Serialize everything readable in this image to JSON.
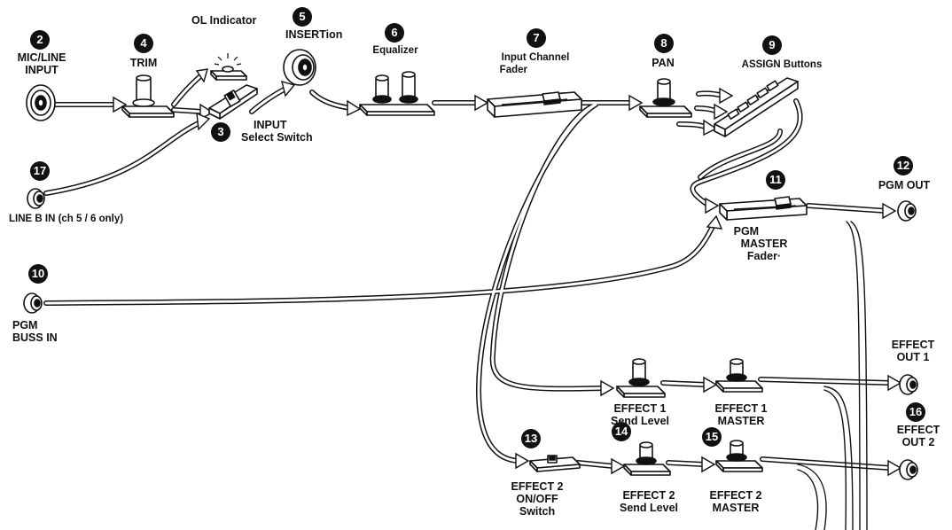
{
  "blocks": [
    {
      "id": "b2",
      "number": "2",
      "lines": [
        "MIC/LINE",
        "INPUT"
      ]
    },
    {
      "id": "b4",
      "number": "4",
      "lines": [
        "TRIM"
      ]
    },
    {
      "id": "bol",
      "number": "",
      "lines": [
        "OL Indicator"
      ]
    },
    {
      "id": "b5",
      "number": "5",
      "lines": [
        "INSERTion"
      ]
    },
    {
      "id": "b6",
      "number": "6",
      "lines": [
        "Equalizer"
      ]
    },
    {
      "id": "b7",
      "number": "7",
      "lines": [
        "Input Channel",
        "Fader"
      ]
    },
    {
      "id": "b8",
      "number": "8",
      "lines": [
        "PAN"
      ]
    },
    {
      "id": "b9",
      "number": "9",
      "lines": [
        "ASSIGN Buttons"
      ]
    },
    {
      "id": "b3",
      "number": "3",
      "lines": [
        "INPUT",
        "Select Switch"
      ]
    },
    {
      "id": "b17",
      "number": "17",
      "lines": [
        "LINE B IN (ch 5 / 6 only)"
      ]
    },
    {
      "id": "b11",
      "number": "11",
      "lines": [
        "PGM",
        "MASTER",
        "Fader·"
      ]
    },
    {
      "id": "b12",
      "number": "12",
      "lines": [
        "PGM OUT"
      ]
    },
    {
      "id": "b10",
      "number": "10",
      "lines": [
        "PGM",
        "BUSS  IN"
      ]
    },
    {
      "id": "bef1",
      "number": "",
      "lines": [
        "EFFECT",
        "OUT 1"
      ]
    },
    {
      "id": "b16",
      "number": "16",
      "lines": [
        "EFFECT",
        "OUT 2"
      ]
    },
    {
      "id": "bes1",
      "number": "",
      "lines": [
        "EFFECT 1",
        "Send Level"
      ]
    },
    {
      "id": "bem1",
      "number": "",
      "lines": [
        "EFFECT 1",
        "MASTER"
      ]
    },
    {
      "id": "b13",
      "number": "13",
      "lines": [
        "EFFECT 2",
        "ON/OFF",
        "Switch"
      ]
    },
    {
      "id": "b14",
      "number": "14",
      "lines": [
        "EFFECT 2",
        "Send Level"
      ]
    },
    {
      "id": "b15",
      "number": "15",
      "lines": [
        "EFFECT 2",
        "MASTER"
      ]
    }
  ]
}
